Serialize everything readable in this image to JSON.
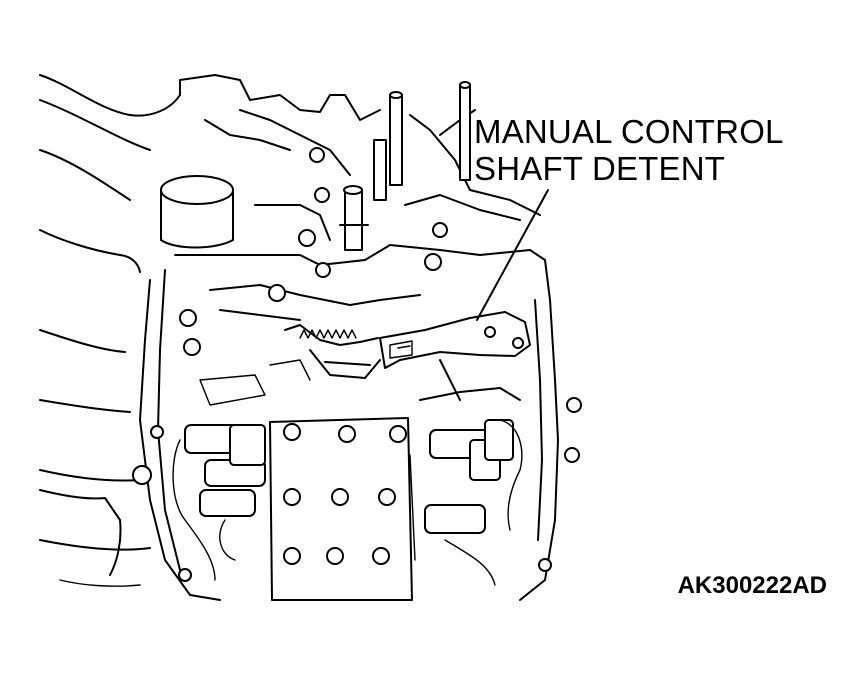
{
  "callout": {
    "line1": "MANUAL CONTROL",
    "line2": "SHAFT DETENT"
  },
  "figure_code": "AK300222AD"
}
